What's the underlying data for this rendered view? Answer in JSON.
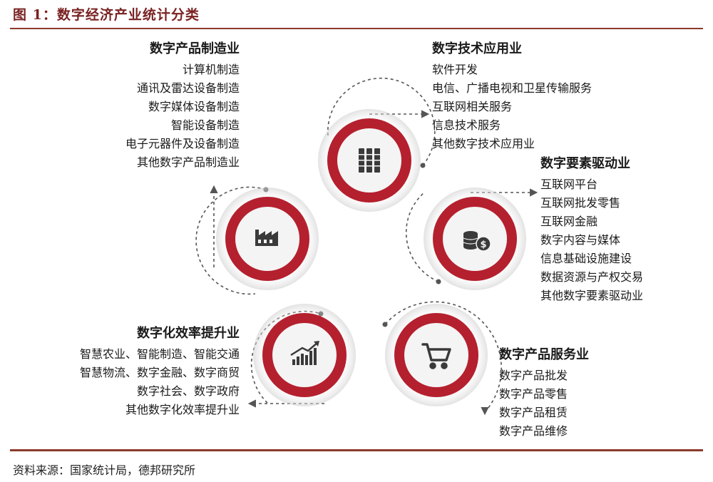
{
  "title": "图 1：数字经济产业统计分类",
  "source": "资料来源：国家统计局，德邦研究所",
  "colors": {
    "ring": "#b5202e",
    "ring_inner": "#f2f2f2",
    "icon": "#3a3a3a",
    "rule": "#8c3a2a"
  },
  "sectors": [
    {
      "id": "manufacturing",
      "icon": "factory-icon",
      "heading": "数字产品制造业",
      "items": [
        "计算机制造",
        "通讯及雷达设备制造",
        "数字媒体设备制造",
        "智能设备制造",
        "电子元器件及设备制造",
        "其他数字产品制造业"
      ]
    },
    {
      "id": "tech-application",
      "icon": "server-icon",
      "heading": "数字技术应用业",
      "items": [
        "软件开发",
        "电信、广播电视和卫星传输服务",
        "互联网相关服务",
        "信息技术服务",
        "其他数字技术应用业"
      ]
    },
    {
      "id": "data-driven",
      "icon": "coins-icon",
      "heading": "数字要素驱动业",
      "items": [
        "互联网平台",
        "互联网批发零售",
        "互联网金融",
        "数字内容与媒体",
        "信息基础设施建设",
        "数据资源与产权交易",
        "其他数字要素驱动业"
      ]
    },
    {
      "id": "product-services",
      "icon": "cart-icon",
      "heading": "数字产品服务业",
      "items": [
        "数字产品批发",
        "数字产品零售",
        "数字产品租赁",
        "数字产品维修"
      ]
    },
    {
      "id": "efficiency",
      "icon": "growth-chart-icon",
      "heading": "数字化效率提升业",
      "items": [
        "智慧农业、智能制造、智能交通",
        "智慧物流、数字金融、数字商贸",
        "数字社会、数字政府",
        "其他数字化效率提升业"
      ]
    }
  ]
}
